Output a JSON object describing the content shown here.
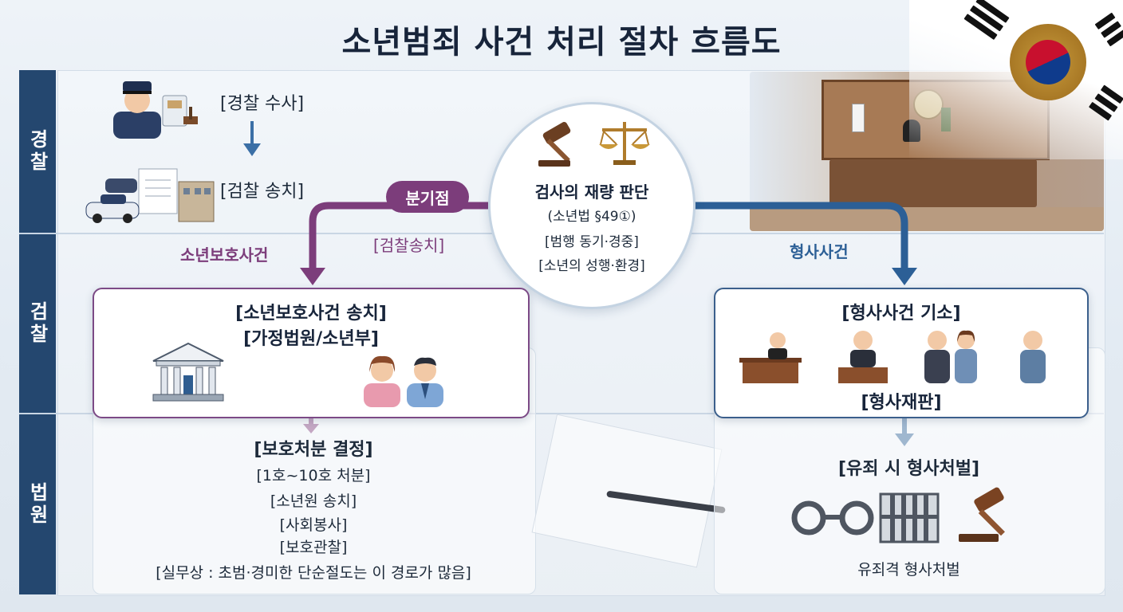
{
  "title": "소년범죄 사건 처리 절차 흐름도",
  "lanes": [
    "경찰",
    "검찰",
    "법원"
  ],
  "police": {
    "step1": "[경찰 수사]",
    "step2": "[검찰 송치]"
  },
  "decision": {
    "title": "검사의 재량 판단",
    "line1": "(소년법 §49①)",
    "line2": "[범행 동기·경중]",
    "line3": "[소년의 성행·환경]"
  },
  "branch": {
    "badge": "분기점",
    "left_label": "소년보호사건",
    "left_sub": "[검찰송치]",
    "right_label": "형사사건"
  },
  "juvenile": {
    "box_line1": "[소년보호사건 송치]",
    "box_line2": "[가정법원/소년부]",
    "decision_title": "[보호처분 결정]",
    "items": [
      "[1호~10호 처분]",
      "[소년원 송치]",
      "[사회봉사]",
      "[보호관찰]"
    ],
    "note": "[실무상 : 초범·경미한 단순절도는 이 경로가 많음]"
  },
  "criminal": {
    "box_line1": "[형사사건 기소]",
    "box_line2": "[형사재판]",
    "result_title": "[유죄 시 형사처벌]",
    "result_caption": "유죄격 형사처벌"
  },
  "colors": {
    "lane": "#24476f",
    "purple": "#7c3d7b",
    "blue": "#2c5f96"
  }
}
